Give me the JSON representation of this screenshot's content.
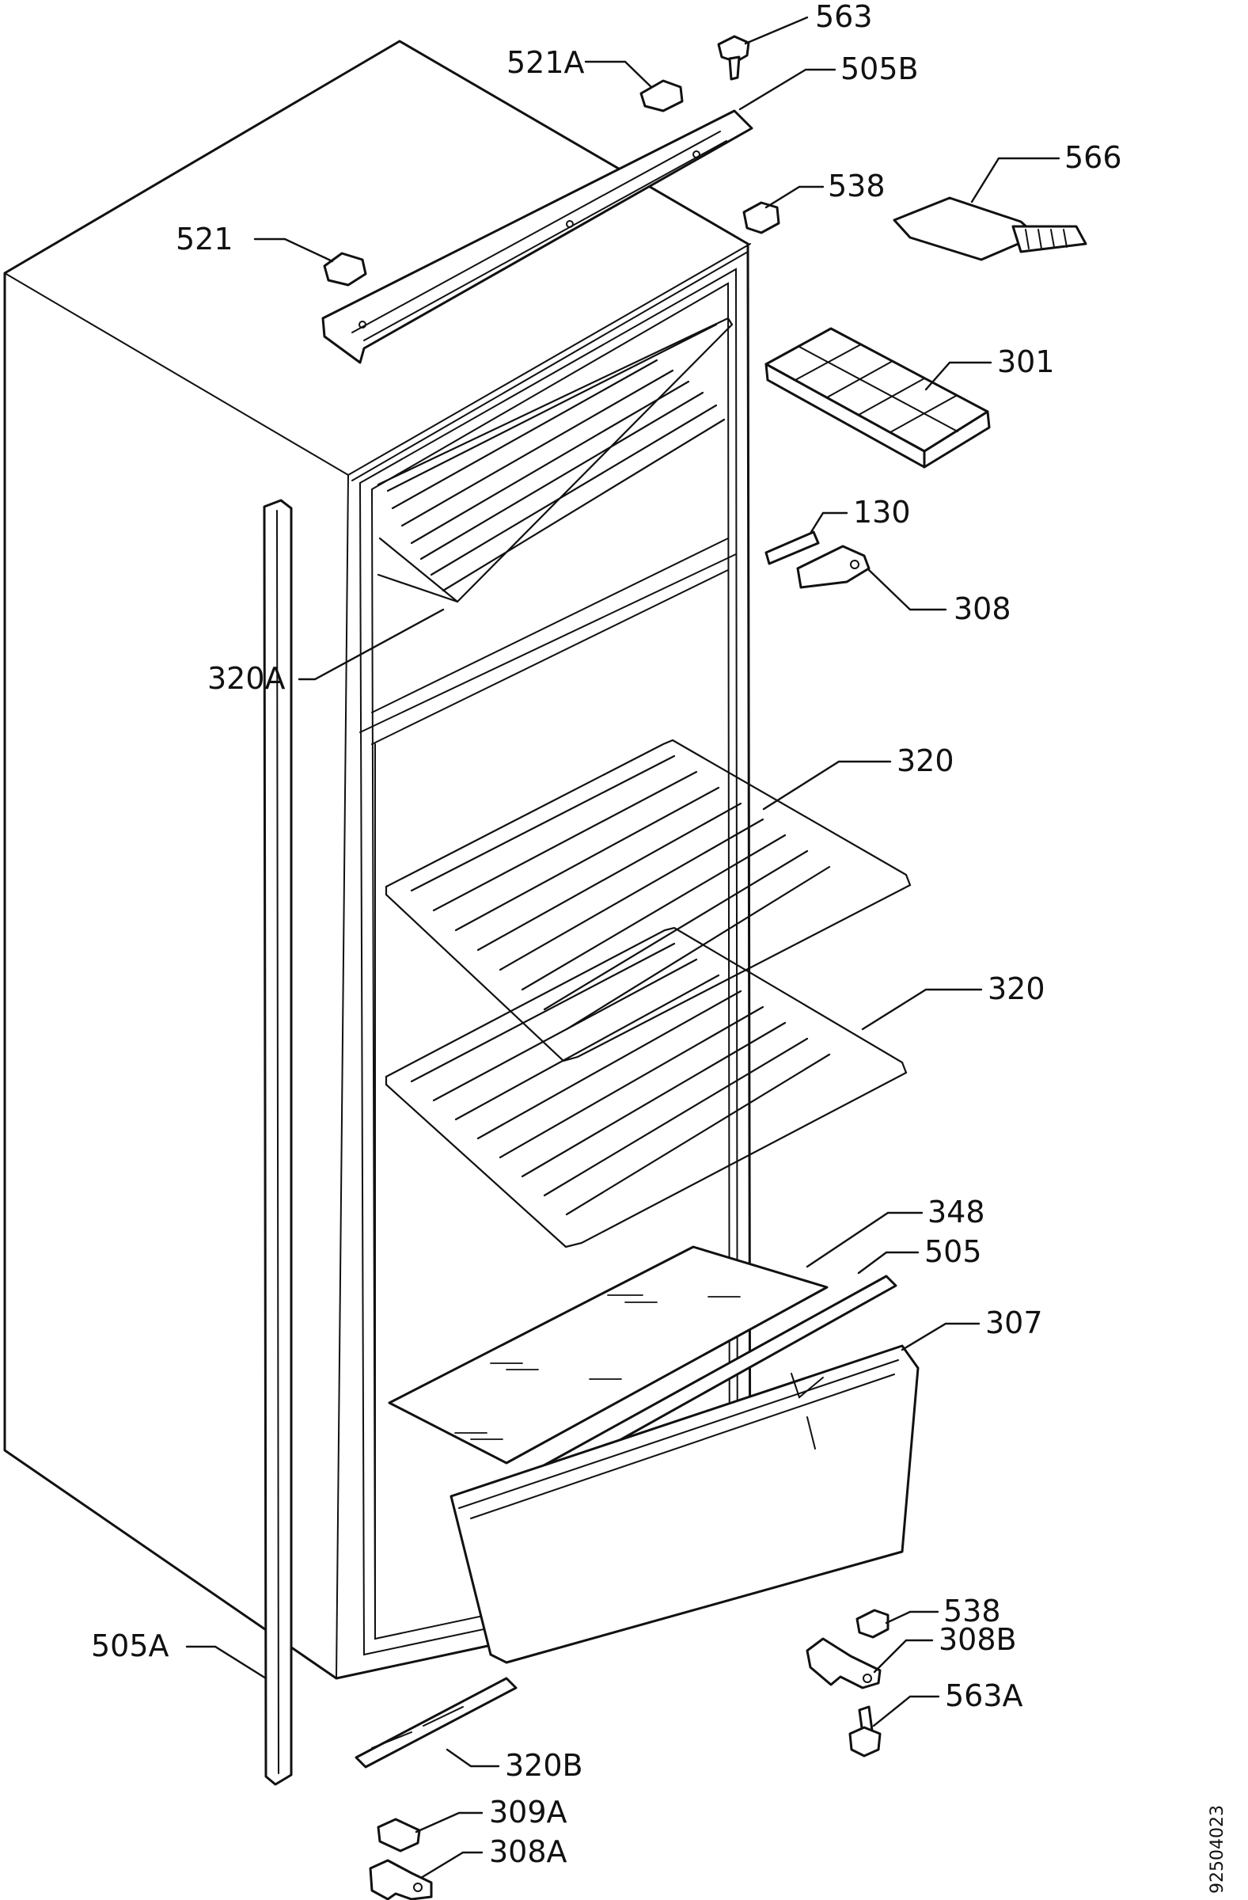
{
  "labels": {
    "l563": "563",
    "l521a": "521A",
    "l505b": "505B",
    "l566": "566",
    "l538_top": "538",
    "l521": "521",
    "l301": "301",
    "l130": "130",
    "l308": "308",
    "l320a": "320A",
    "l320_upper": "320",
    "l320_lower": "320",
    "l348": "348",
    "l505": "505",
    "l307": "307",
    "l538_bottom": "538",
    "l308b": "308B",
    "l563a": "563A",
    "l505a": "505A",
    "l320b": "320B",
    "l309a": "309A",
    "l308a": "308A"
  },
  "document_number": "92504023"
}
